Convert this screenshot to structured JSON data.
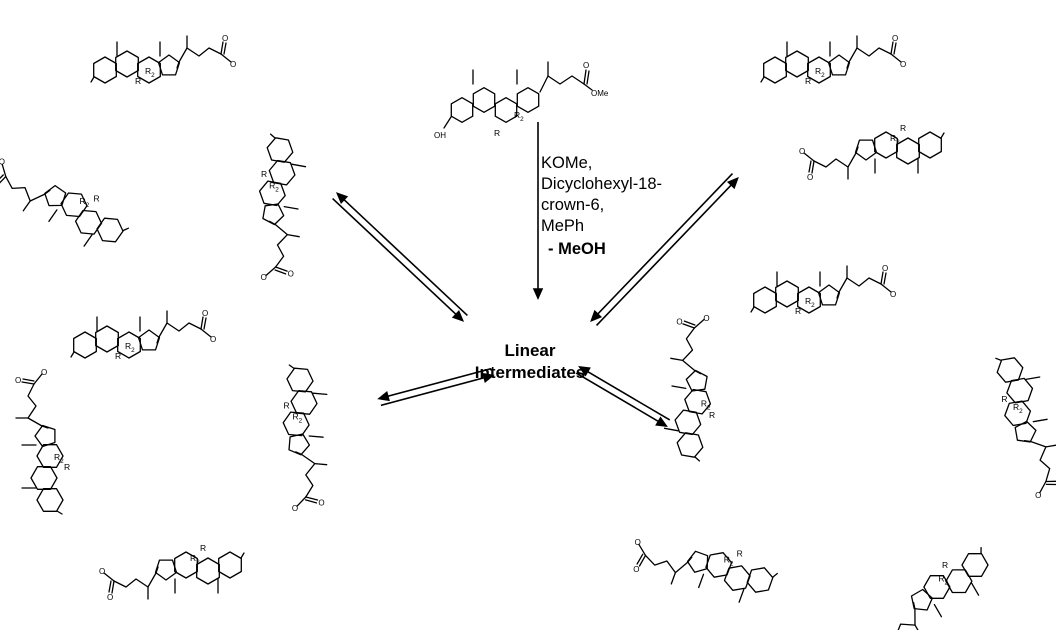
{
  "center_label": {
    "line1": "Linear",
    "line2": "Intermediates"
  },
  "reagents": {
    "line1": "KOMe,",
    "line2": "Dicyclohexyl-18-",
    "line3": "crown-6,",
    "line4": "MePh",
    "line5": "- MeOH"
  },
  "atom_labels": {
    "r": "R",
    "r2": "R2",
    "oxygen": "O",
    "hydroxyl": "OH",
    "methoxy": "OMe"
  },
  "colors": {
    "ink": "#000000",
    "background": "#ffffff"
  }
}
